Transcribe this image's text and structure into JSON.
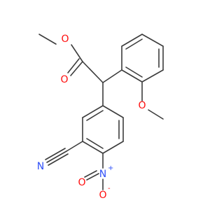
{
  "colors": {
    "bond": "#3c3c3c",
    "oxygen": "#ff0d0d",
    "nitrogen": "#3050f8",
    "background": "#ffffff"
  },
  "atoms": {
    "ester_ether_o": {
      "label": "O",
      "color": "oxygen"
    },
    "carbonyl_o": {
      "label": "O",
      "color": "oxygen"
    },
    "methoxy_o": {
      "label": "O",
      "color": "oxygen"
    },
    "nitrile_n": {
      "label": "N",
      "color": "nitrogen"
    },
    "nitro_n": {
      "label": "N",
      "charge": "+",
      "color": "nitrogen"
    },
    "nitro_o_top": {
      "label": "O",
      "color": "oxygen"
    },
    "nitro_o_bottom": {
      "label": "O",
      "charge": "-",
      "color": "oxygen"
    }
  }
}
